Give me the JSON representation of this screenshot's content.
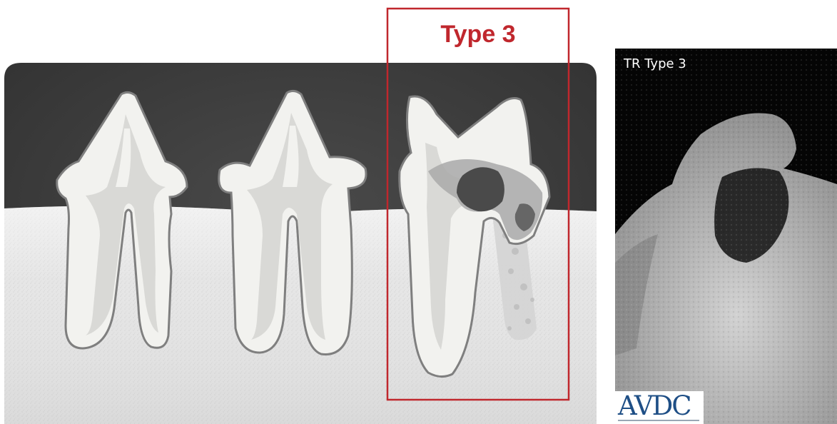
{
  "illustration": {
    "title": "Type 3",
    "highlight_color": "#c0272d",
    "background_color": "#3c3c3c",
    "bone_color": "#e2e2e2",
    "tooth_color": "#f1f1ee",
    "pulp_color": "#d6d6d3",
    "teeth": [
      {
        "name": "first-premolar",
        "condition": "normal"
      },
      {
        "name": "second-premolar",
        "condition": "normal"
      },
      {
        "name": "affected-tooth",
        "condition": "resorption"
      }
    ]
  },
  "radiograph": {
    "label": "TR Type 3",
    "label_color": "#ffffff"
  },
  "logo": {
    "text": "AVDC",
    "color": "#1f4f86"
  }
}
